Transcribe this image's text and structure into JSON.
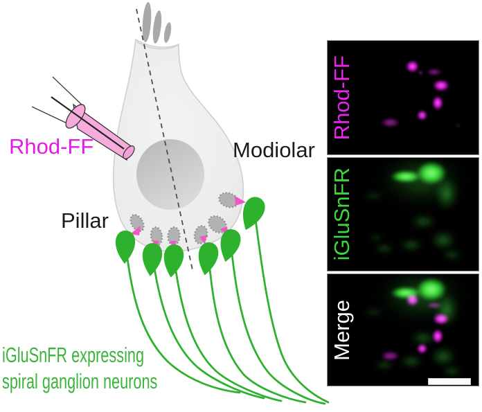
{
  "figure": {
    "pipette_label": "Rhod-FF",
    "modiolar_label": "Modiolar",
    "pillar_label": "Pillar",
    "caption_line1": "iGluSnFR expressing",
    "caption_line2": "spiral ganglion neurons"
  },
  "panels": {
    "rhodff": {
      "label": "Rhod-FF",
      "label_color": "#ee22ee",
      "channel": "magenta"
    },
    "iglusnfr": {
      "label": "iGluSnFR",
      "label_color": "#3ed63e",
      "channel": "green"
    },
    "merge": {
      "label": "Merge",
      "label_color": "#ffffff",
      "channel": "merge"
    }
  },
  "colors": {
    "magenta_label": "#e61ae6",
    "pipette_pink": "#f6abdb",
    "synapse_pink": "#f056c5",
    "neuron_green": "#2eb22e",
    "caption_green": "#3cb43c",
    "cell_gray": "#ececec",
    "nucleus_gray": "#c8c8c8"
  }
}
